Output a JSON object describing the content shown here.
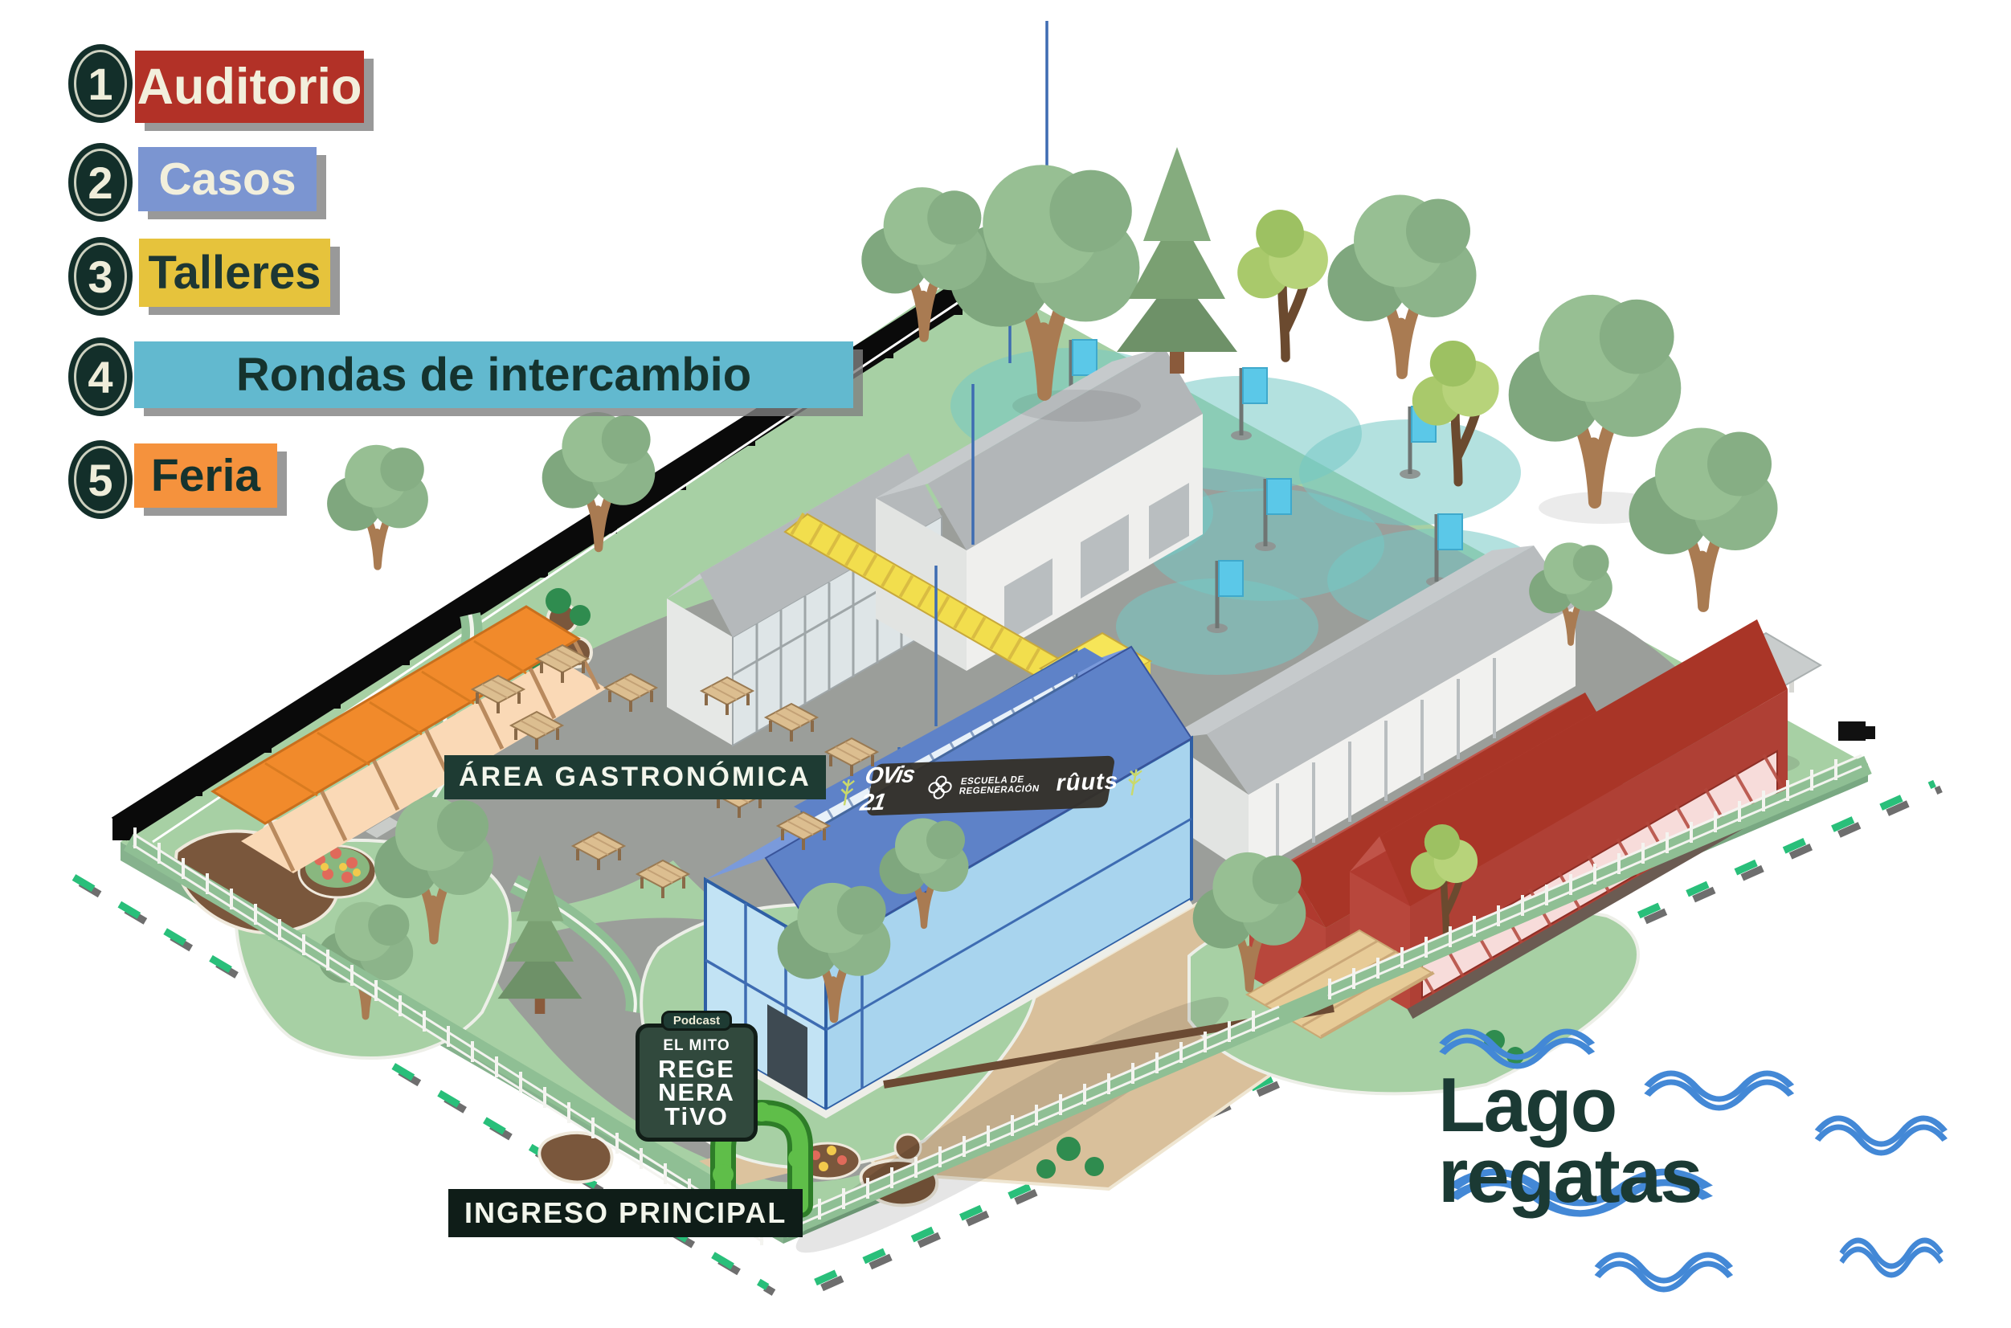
{
  "legend": {
    "items": [
      {
        "number": "1",
        "label": "Auditorio",
        "bg": "#B23127",
        "fg": "#F2EFDC"
      },
      {
        "number": "2",
        "label": "Casos",
        "bg": "#7B95D1",
        "fg": "#F2EFDC"
      },
      {
        "number": "3",
        "label": "Talleres",
        "bg": "#E6C33C",
        "fg": "#1D3734"
      },
      {
        "number": "4",
        "label": "Rondas de intercambio",
        "bg": "#62B9CF",
        "fg": "#15332E"
      },
      {
        "number": "5",
        "label": "Feria",
        "bg": "#F5923D",
        "fg": "#15332E"
      }
    ]
  },
  "map": {
    "area_label": "ÁREA GASTRONÓMICA",
    "entrance_label": "INGRESO PRINCIPAL",
    "lake_label": {
      "line1": "Lago",
      "line2": "regatas"
    },
    "podcast": {
      "tag": "Podcast",
      "lines": [
        "EL MITO",
        "REGE",
        "NERA",
        "TiVO"
      ]
    },
    "banner": {
      "brand_left": "OVis 21",
      "school_line1": "ESCUELA DE",
      "school_line2": "REGENERACIÓN",
      "brand_right": "rûuts"
    },
    "colors": {
      "ground": "#A7D0A4",
      "pavement": "#9B9E9A",
      "water": "#4388D6",
      "auditorio_roof": "#A93527",
      "casos_roof": "#5E82C8",
      "talleres_yellow": "#F2DE4D",
      "feria_canopy": "#F18A2B",
      "rondas_circle": "#74C9C4",
      "label_bg": "#1E3B33",
      "entrance_bg": "#0F1D18",
      "lake_text": "#1B3A34"
    }
  }
}
